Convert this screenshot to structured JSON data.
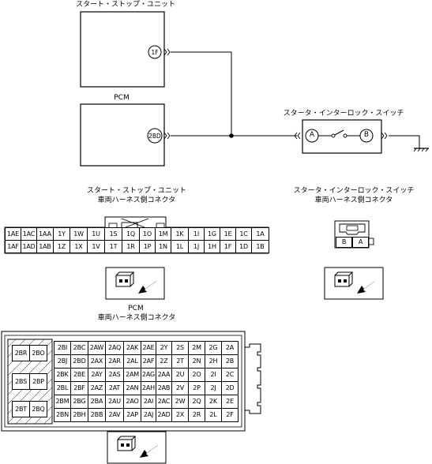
{
  "circuit": {
    "unit_top_title": "スタート・ストップ・ユニット",
    "unit_top_pin": "1F",
    "pcm_title": "PCM",
    "pcm_pin": "2BD",
    "switch_title": "スタータ・インターロック・スイッチ",
    "switch_pin_a": "A",
    "switch_pin_b": "B"
  },
  "connector_unit": {
    "title_line1": "スタート・ストップ・ユニット",
    "title_line2": "車両ハーネス側コネクタ",
    "row1": [
      "1AE",
      "1AC",
      "1AA",
      "1Y",
      "1W",
      "1U",
      "1S",
      "1Q",
      "1O",
      "1M",
      "1K",
      "1I",
      "1G",
      "1E",
      "1C",
      "1A"
    ],
    "row2": [
      "1AF",
      "1AD",
      "1AB",
      "1Z",
      "1X",
      "1V",
      "1T",
      "1R",
      "1P",
      "1N",
      "1L",
      "1J",
      "1H",
      "1F",
      "1D",
      "1B"
    ]
  },
  "connector_switch": {
    "title_line1": "スタータ・インターロック・スイッチ",
    "title_line2": "車両ハーネス側コネクタ",
    "pins": [
      "B",
      "A"
    ]
  },
  "connector_pcm": {
    "title_line1": "PCM",
    "title_line2": "車両ハーネス側コネクタ",
    "left_pins": [
      [
        "2BR",
        "2BO"
      ],
      [
        "2BS",
        "2BP"
      ],
      [
        "2BT",
        "2BQ"
      ]
    ],
    "grid": [
      [
        "2BI",
        "2BC",
        "2AW",
        "2AQ",
        "2AK",
        "2AE",
        "2Y",
        "2S",
        "2M",
        "2G",
        "2A"
      ],
      [
        "2BJ",
        "2BD",
        "2AX",
        "2AR",
        "2AL",
        "2AF",
        "2Z",
        "2T",
        "2N",
        "2H",
        "2B"
      ],
      [
        "2BK",
        "2BE",
        "2AY",
        "2AS",
        "2AM",
        "2AG",
        "2AA",
        "2U",
        "2O",
        "2I",
        "2C"
      ],
      [
        "2BL",
        "2BF",
        "2AZ",
        "2AT",
        "2AN",
        "2AH",
        "2AB",
        "2V",
        "2P",
        "2J",
        "2D"
      ],
      [
        "2BM",
        "2BG",
        "2BA",
        "2AU",
        "2AO",
        "2AI",
        "2AC",
        "2W",
        "2Q",
        "2K",
        "2E"
      ],
      [
        "2BN",
        "2BH",
        "2BB",
        "2AV",
        "2AP",
        "2AJ",
        "2AD",
        "2X",
        "2R",
        "2L",
        "2F"
      ]
    ]
  }
}
